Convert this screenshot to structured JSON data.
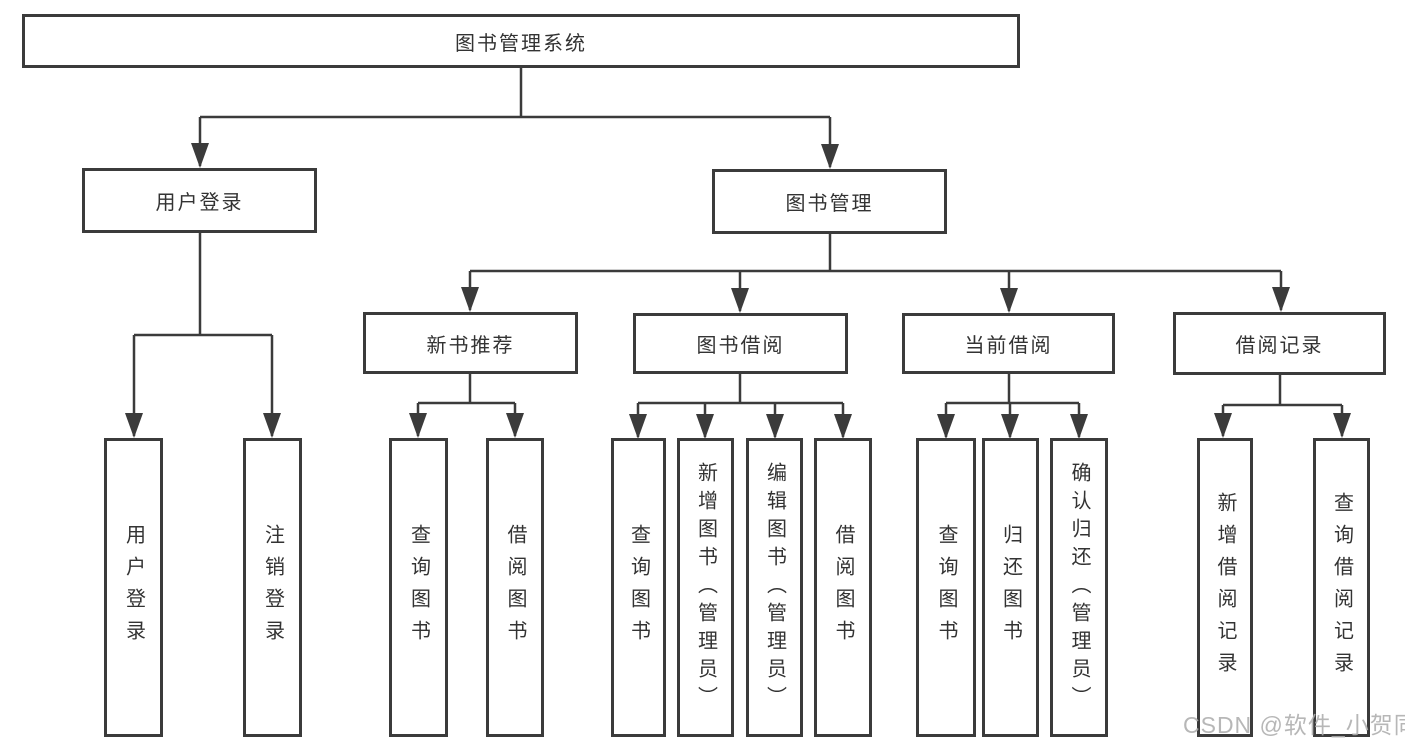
{
  "diagram": {
    "type": "hierarchy-flowchart",
    "colors": {
      "line": "#3b3b3b",
      "box_border": "#3b3b3b",
      "text": "#333333",
      "background": "#ffffff",
      "watermark": "#afafaf"
    },
    "watermark": "CSDN @软件_小贺同学",
    "nodes": {
      "root": "图书管理系统",
      "user_login": "用户登录",
      "book_mgmt": "图书管理",
      "new_book_rec": "新书推荐",
      "book_borrow": "图书借阅",
      "current_borrow": "当前借阅",
      "borrow_record": "借阅记录",
      "leaf_user_login": "用户登录",
      "leaf_logout": "注销登录",
      "leaf_nbr_query": "查询图书",
      "leaf_nbr_borrow": "借阅图书",
      "leaf_bb_query": "查询图书",
      "leaf_bb_add": "新增图书（管理员）",
      "leaf_bb_edit": "编辑图书（管理员）",
      "leaf_bb_borrow": "借阅图书",
      "leaf_cb_query": "查询图书",
      "leaf_cb_return": "归还图书",
      "leaf_cb_confirm": "确认归还（管理员）",
      "leaf_br_add": "新增借阅记录",
      "leaf_br_query": "查询借阅记录"
    },
    "structure": {
      "图书管理系统": {
        "用户登录": [
          "用户登录",
          "注销登录"
        ],
        "图书管理": {
          "新书推荐": [
            "查询图书",
            "借阅图书"
          ],
          "图书借阅": [
            "查询图书",
            "新增图书（管理员）",
            "编辑图书（管理员）",
            "借阅图书"
          ],
          "当前借阅": [
            "查询图书",
            "归还图书",
            "确认归还（管理员）"
          ],
          "借阅记录": [
            "新增借阅记录",
            "查询借阅记录"
          ]
        }
      }
    }
  }
}
